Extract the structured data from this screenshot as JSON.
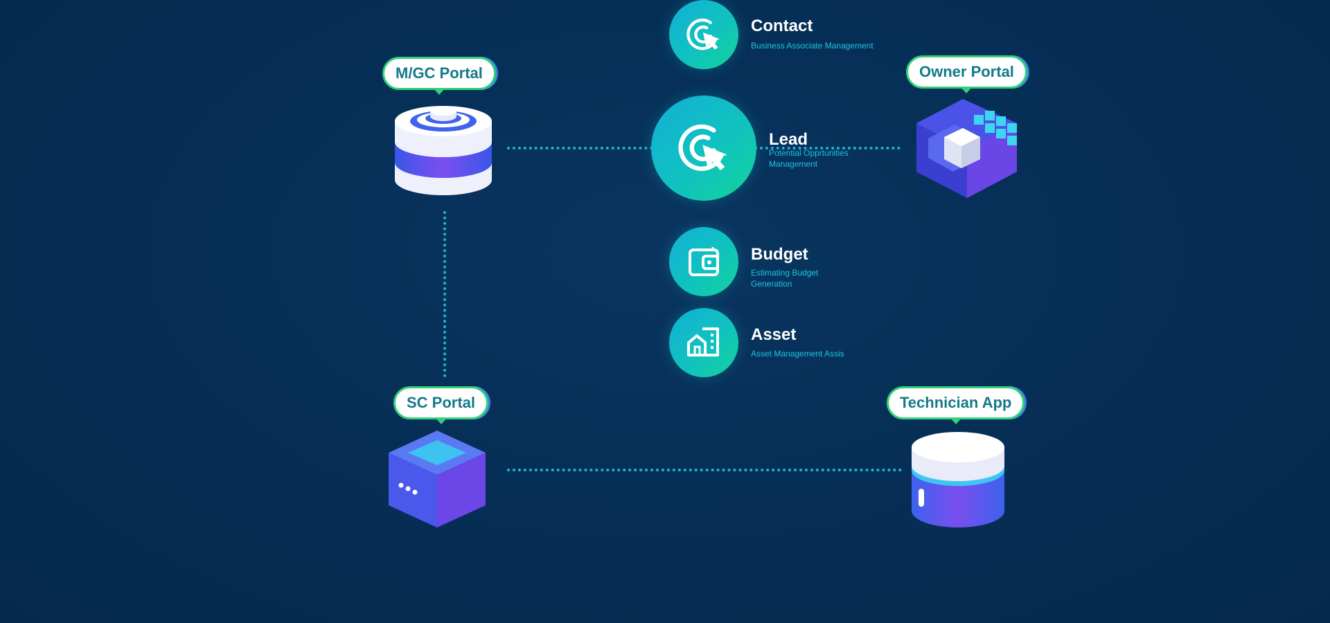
{
  "portals": {
    "mgc": "M/GC Portal",
    "owner": "Owner Portal",
    "sc": "SC Portal",
    "tech": "Technician App"
  },
  "modules": [
    {
      "title": "Contact",
      "subtitle": "Business Associate Management",
      "icon": "target-cursor-icon"
    },
    {
      "title": "Lead",
      "subtitle": "Potential Opprtunities Management",
      "icon": "target-cursor-icon"
    },
    {
      "title": "Budget",
      "subtitle": "Estimating Budget Generation",
      "icon": "wallet-icon"
    },
    {
      "title": "Asset",
      "subtitle": "Asset Management Assis",
      "icon": "building-icon"
    }
  ],
  "colors": {
    "background": "#05294d",
    "accent": "#19b9cf",
    "tag_text": "#137a8a",
    "tag_border": "#2fd17a"
  }
}
